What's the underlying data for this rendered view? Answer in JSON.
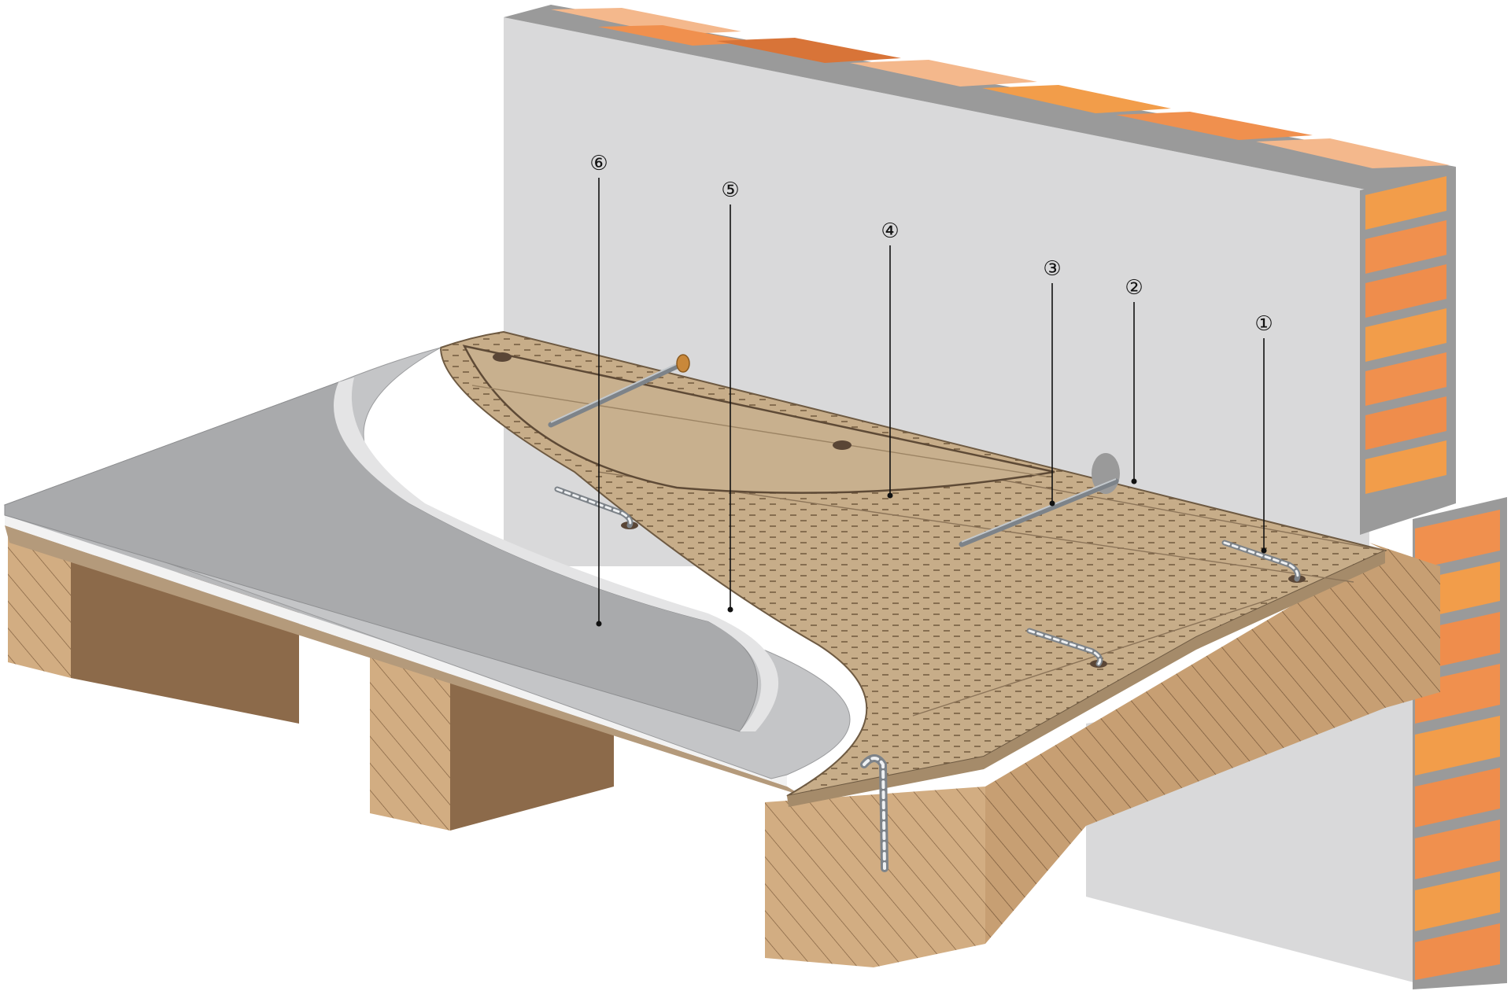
{
  "callouts": [
    {
      "id": "c1",
      "label": "①"
    },
    {
      "id": "c2",
      "label": "②"
    },
    {
      "id": "c3",
      "label": "③"
    },
    {
      "id": "c4",
      "label": "④"
    },
    {
      "id": "c5",
      "label": "⑤"
    },
    {
      "id": "c6",
      "label": "⑥"
    }
  ],
  "colors": {
    "wall_plaster": "#d9d9da",
    "brick_orange": "#f0904e",
    "brick_light": "#f4b88c",
    "brick_dark": "#d87438",
    "mortar": "#9a9a9a",
    "joist_wood": "#d2ad82",
    "joist_shadow": "#8c6a4a",
    "board_tan": "#c8b08e",
    "screed_light": "#c4c5c7",
    "screed_dark": "#a9aaac",
    "wire": "#9aa0a6"
  }
}
